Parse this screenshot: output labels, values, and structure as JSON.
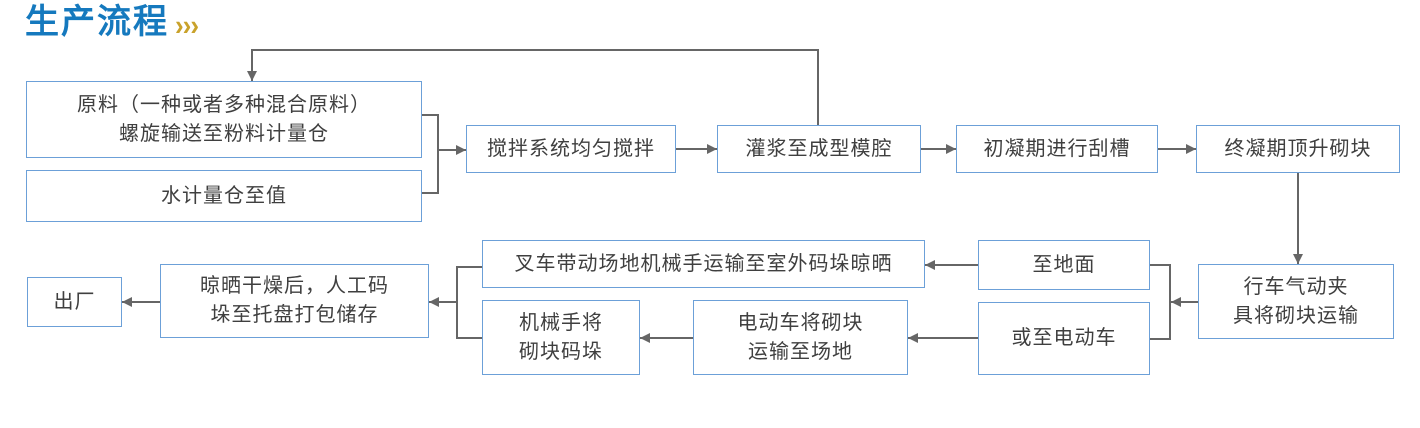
{
  "title": {
    "text": "生产流程",
    "chevrons": "›››"
  },
  "colors": {
    "title": "#1579BE",
    "chevrons": "#C9A22B",
    "box_border": "#6CA0D8",
    "box_background": "#FFFFFF",
    "box_text": "#3F3F3F",
    "connector": "#666666"
  },
  "flowchart": {
    "nodes": {
      "raw_material": {
        "label": "原料（一种或者多种混合原料）\n螺旋输送至粉料计量仓"
      },
      "water": {
        "label": "水计量仓至值"
      },
      "mixing": {
        "label": "搅拌系统均匀搅拌"
      },
      "grouting": {
        "label": "灌浆至成型模腔"
      },
      "initial_set": {
        "label": "初凝期进行刮槽"
      },
      "final_set": {
        "label": "终凝期顶升砌块"
      },
      "crane": {
        "label": "行车气动夹\n具将砌块运输"
      },
      "to_ground": {
        "label": "至地面"
      },
      "to_evehicle": {
        "label": "或至电动车"
      },
      "forklift": {
        "label": "叉车带动场地机械手运输至室外码垛晾晒"
      },
      "evehicle_transport": {
        "label": "电动车将砌块\n运输至场地"
      },
      "robot_stack": {
        "label": "机械手将\n砌块码垛"
      },
      "drying": {
        "label": "晾晒干燥后，人工码\n垛至托盘打包储存"
      },
      "shipping": {
        "label": "出厂"
      }
    },
    "edges": [
      {
        "from": "grouting",
        "to": "raw_material"
      },
      {
        "from": "raw_material",
        "to": "mixing"
      },
      {
        "from": "water",
        "to": "mixing"
      },
      {
        "from": "mixing",
        "to": "grouting"
      },
      {
        "from": "grouting",
        "to": "initial_set"
      },
      {
        "from": "initial_set",
        "to": "final_set"
      },
      {
        "from": "final_set",
        "to": "crane"
      },
      {
        "from": "crane",
        "to": "to_ground"
      },
      {
        "from": "crane",
        "to": "to_evehicle"
      },
      {
        "from": "to_ground",
        "to": "forklift"
      },
      {
        "from": "to_evehicle",
        "to": "evehicle_transport"
      },
      {
        "from": "evehicle_transport",
        "to": "robot_stack"
      },
      {
        "from": "forklift",
        "to": "drying"
      },
      {
        "from": "robot_stack",
        "to": "drying"
      },
      {
        "from": "drying",
        "to": "shipping"
      }
    ]
  }
}
